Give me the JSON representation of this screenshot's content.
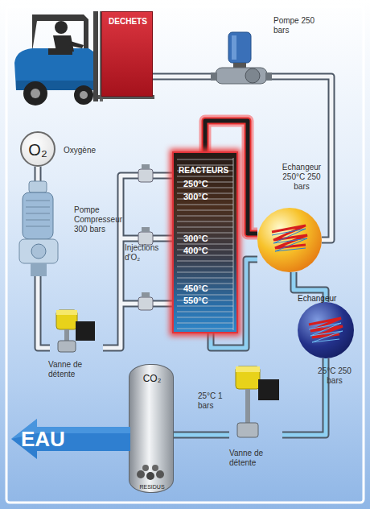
{
  "diagram": {
    "nodes": [
      {
        "text": [
          "DECHETS"
        ]
      },
      {
        "text": [
          "Pompe 250 bars"
        ]
      },
      {
        "text": [
          "O₂",
          "Oxygène"
        ]
      },
      {
        "text": [
          "REACTEURS",
          "250°C",
          "300°C",
          "300°C",
          "400°C",
          "450°C",
          "550°C"
        ]
      },
      {
        "text": [
          "Echangeur 250°C 250 bars"
        ]
      },
      {
        "text": [
          "Pompe Compresseur 300 bars"
        ]
      },
      {
        "text": [
          "Echangeur",
          "25°C 250 bars"
        ]
      },
      {
        "text": [
          "Vanne de détente"
        ]
      },
      {
        "text": [
          "Vanne de détente"
        ]
      },
      {
        "text": [
          "CO₂",
          "RESIDUS"
        ]
      },
      {
        "text": [
          "EAU"
        ]
      }
    ],
    "edges": [
      {
        "from": 0,
        "to": 1,
        "arrow": "none"
      },
      {
        "from": 1,
        "to": 4,
        "arrow": "none"
      },
      {
        "from": 4,
        "to": 3,
        "arrow": "none"
      },
      {
        "from": 3,
        "to": 4,
        "arrow": "none"
      },
      {
        "from": 4,
        "to": 6,
        "arrow": "none"
      },
      {
        "from": 6,
        "to": 8,
        "arrow": "none"
      },
      {
        "from": 8,
        "to": 9,
        "arrow": "none"
      },
      {
        "from": 2,
        "to": 5,
        "arrow": "none"
      },
      {
        "from": 5,
        "to": 7,
        "arrow": "none"
      },
      {
        "from": 7,
        "to": 3,
        "arrow": "none"
      }
    ],
    "labels": [
      "Injections d'O₂",
      "25°C 1 bars"
    ]
  }
}
